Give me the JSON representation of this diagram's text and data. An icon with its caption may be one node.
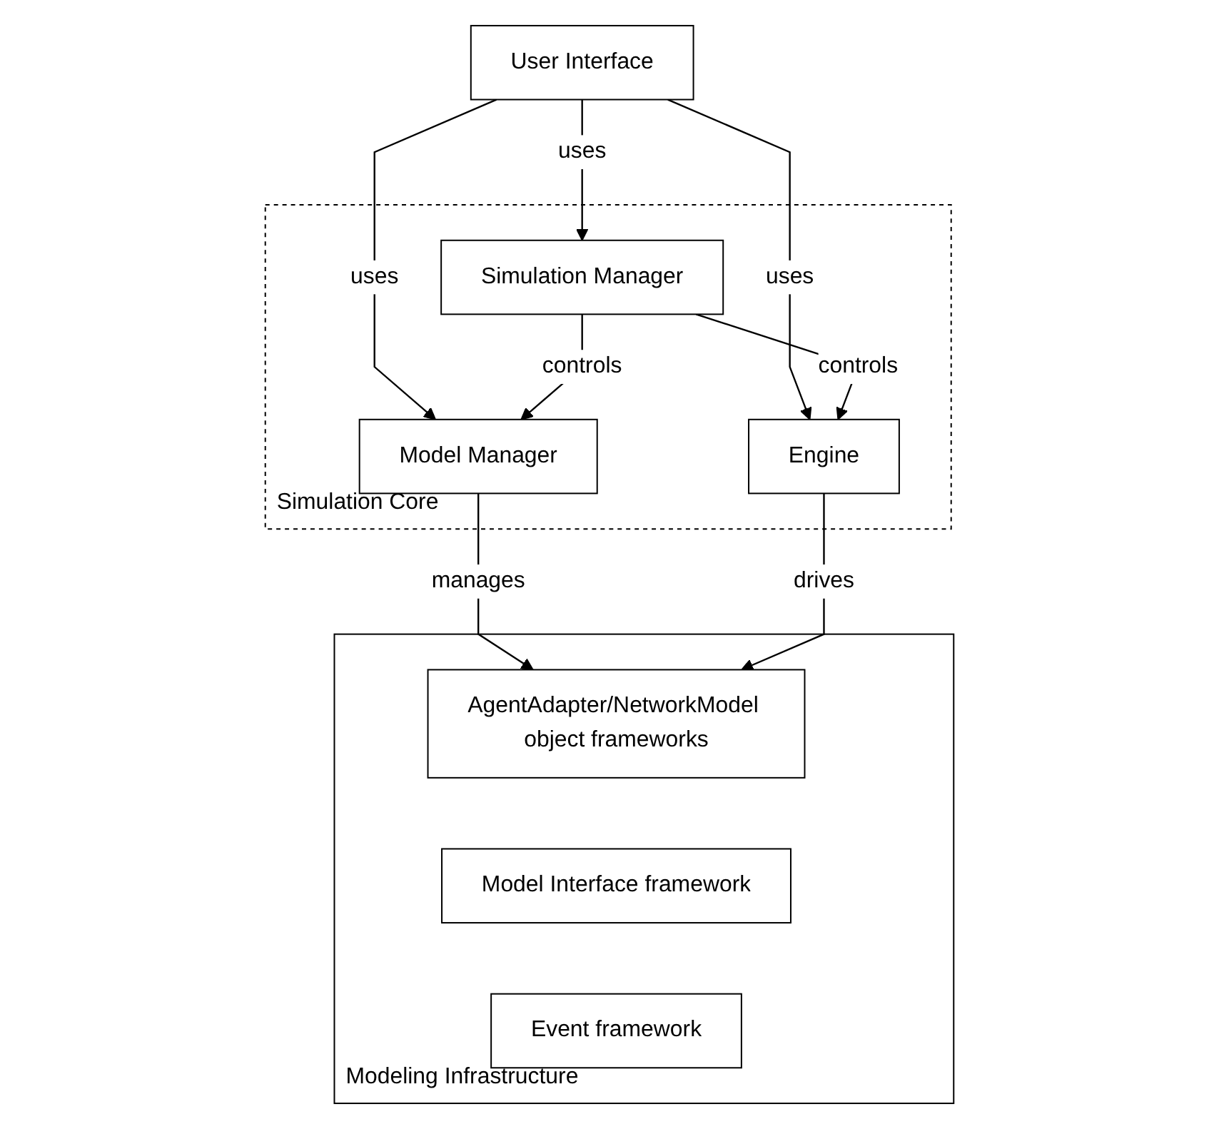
{
  "diagram": {
    "nodes": [
      {
        "text": [
          "User Interface"
        ]
      },
      {
        "text": [
          "Simulation Core"
        ]
      },
      {
        "text": [
          "Simulation Manager"
        ],
        "in": 1
      },
      {
        "text": [
          "Model Manager"
        ],
        "in": 1
      },
      {
        "text": [
          "Engine"
        ],
        "in": 1
      },
      {
        "text": [
          "Modeling Infrastructure"
        ]
      },
      {
        "text": [
          "AgentAdapter/NetworkModel object frameworks"
        ],
        "in": 5
      },
      {
        "text": [
          "Model Interface framework"
        ],
        "in": 5
      },
      {
        "text": [
          "Event framework"
        ],
        "in": 5
      }
    ],
    "edges": [
      {
        "from": 0,
        "to": 2,
        "label": "uses",
        "arrow": "to"
      },
      {
        "from": 0,
        "to": 3,
        "label": "uses",
        "arrow": "to"
      },
      {
        "from": 0,
        "to": 4,
        "label": "uses",
        "arrow": "to"
      },
      {
        "from": 2,
        "to": 3,
        "label": "controls",
        "arrow": "to"
      },
      {
        "from": 2,
        "to": 4,
        "label": "controls",
        "arrow": "to"
      },
      {
        "from": 3,
        "to": 6,
        "label": "manages",
        "arrow": "to"
      },
      {
        "from": 4,
        "to": 6,
        "label": "drives",
        "arrow": "to"
      }
    ]
  }
}
